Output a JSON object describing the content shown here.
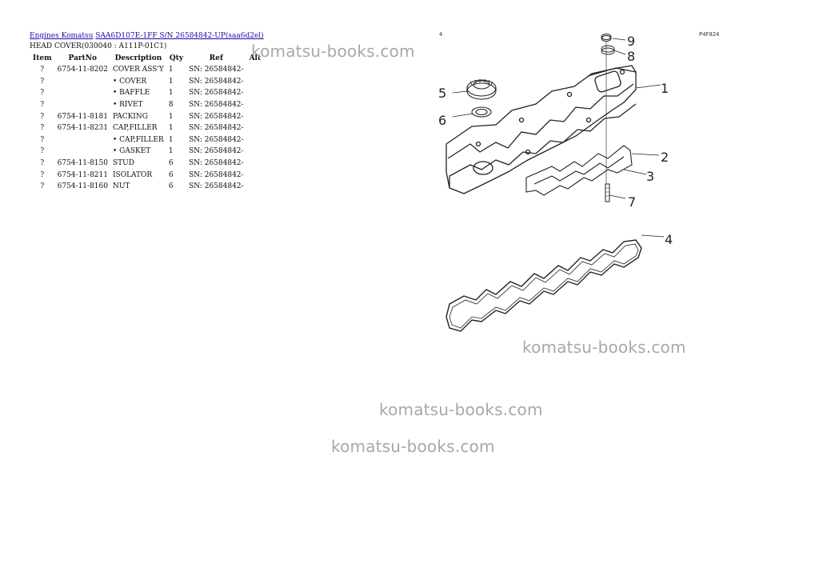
{
  "breadcrumb": {
    "link1": "Engines Komatsu",
    "link2": "SAA6D107E-1FF S/N 26584842-UP(saa6d2el)"
  },
  "subtitle": "HEAD COVER(030040 : A111P-01C1)",
  "table": {
    "headers": [
      "Item",
      "PartNo",
      "Description",
      "Qty",
      "Ref",
      "Alt"
    ],
    "rows": [
      {
        "item": "?",
        "partno": "6754-11-8202",
        "desc": "COVER ASS'Y",
        "qty": "1",
        "ref": "SN: 26584842-",
        "alt": ""
      },
      {
        "item": "?",
        "partno": "",
        "desc": "• COVER",
        "qty": "1",
        "ref": "SN: 26584842-",
        "alt": ""
      },
      {
        "item": "?",
        "partno": "",
        "desc": "• BAFFLE",
        "qty": "1",
        "ref": "SN: 26584842-",
        "alt": ""
      },
      {
        "item": "?",
        "partno": "",
        "desc": "• RIVET",
        "qty": "8",
        "ref": "SN: 26584842-",
        "alt": ""
      },
      {
        "item": "?",
        "partno": "6754-11-8181",
        "desc": "PACKING",
        "qty": "1",
        "ref": "SN: 26584842-",
        "alt": ""
      },
      {
        "item": "?",
        "partno": "6754-11-8231",
        "desc": "CAP,FILLER",
        "qty": "1",
        "ref": "SN: 26584842-",
        "alt": ""
      },
      {
        "item": "?",
        "partno": "",
        "desc": "• CAP,FILLER",
        "qty": "1",
        "ref": "SN: 26584842-",
        "alt": ""
      },
      {
        "item": "?",
        "partno": "",
        "desc": "• GASKET",
        "qty": "1",
        "ref": "SN: 26584842-",
        "alt": ""
      },
      {
        "item": "?",
        "partno": "6754-11-8150",
        "desc": "STUD",
        "qty": "6",
        "ref": "SN: 26584842-",
        "alt": ""
      },
      {
        "item": "?",
        "partno": "6754-11-8211",
        "desc": "ISOLATOR",
        "qty": "6",
        "ref": "SN: 26584842-",
        "alt": ""
      },
      {
        "item": "?",
        "partno": "6754-11-8160",
        "desc": "NUT",
        "qty": "6",
        "ref": "SN: 26584842-",
        "alt": ""
      }
    ]
  },
  "diagram": {
    "corner_mark": "4",
    "figure_code": "P4F824",
    "callouts": [
      "1",
      "2",
      "3",
      "4",
      "5",
      "6",
      "7",
      "8",
      "9"
    ]
  },
  "watermark_text": "komatsu-books.com"
}
